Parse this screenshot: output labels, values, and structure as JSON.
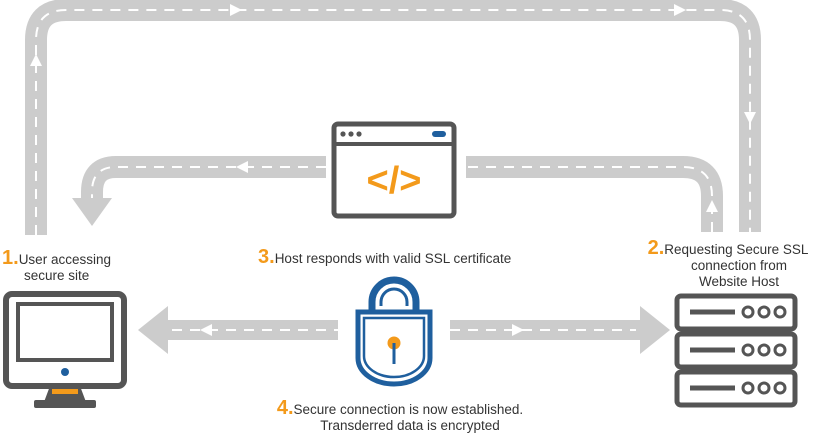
{
  "steps": [
    {
      "number": "1.",
      "lines": [
        "User accessing",
        "secure site"
      ]
    },
    {
      "number": "2.",
      "lines": [
        "Requesting Secure SSL",
        "connection from",
        "Website Host"
      ]
    },
    {
      "number": "3.",
      "lines": [
        "Host responds with valid SSL certificate"
      ]
    },
    {
      "number": "4.",
      "lines": [
        "Secure connection is now established.",
        "Transderred data is encrypted"
      ]
    }
  ],
  "code_symbol": "</>",
  "icons": {
    "computer": "desktop-computer-icon",
    "server": "server-rack-icon",
    "browser": "browser-window-icon",
    "padlock": "padlock-icon"
  },
  "colors": {
    "accent": "#f39a1b",
    "blue": "#1f5f9e",
    "dark_gray": "#555555",
    "arrow_gray": "#cccccc",
    "text": "#333333"
  }
}
